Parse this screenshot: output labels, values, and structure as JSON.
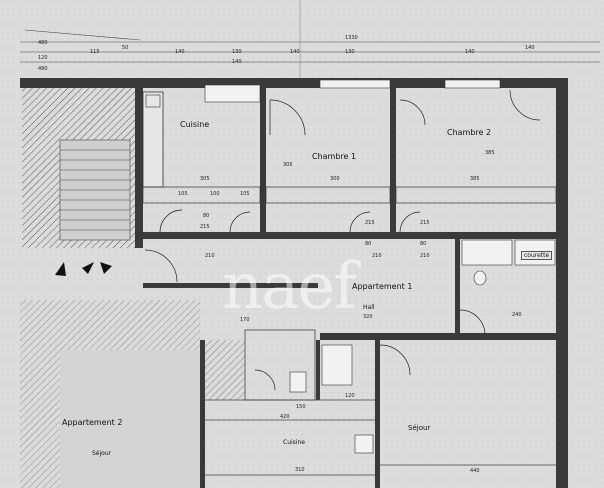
{
  "plan": {
    "rooms": {
      "cuisine_top": "Cuisine",
      "chambre1": "Chambre 1",
      "chambre2": "Chambre 2",
      "appartement1": "Appartement 1",
      "hall": "Hall",
      "sejour_right": "Séjour",
      "appartement2": "Appartement 2",
      "sejour_left": "Séjour",
      "cuisine_bottom": "Cuisine",
      "courette": "courette"
    },
    "watermark": "naef",
    "dimensions": {
      "top_row1": [
        "480",
        "1330"
      ],
      "top_row2": [
        "120",
        "115",
        "50",
        "140",
        "130",
        "140",
        "130",
        "140"
      ],
      "top_row3": [
        "480",
        "140",
        "140"
      ],
      "cuisine_w": "305",
      "chambre1_w": "300",
      "chambre2_w": "385",
      "chambre1_h": "305",
      "chambre2_h": "385",
      "closets": [
        "105",
        "100",
        "105"
      ],
      "hall_len": "320",
      "hall_end": "240",
      "door_widths": [
        "215",
        "215",
        "215"
      ],
      "door_sub": [
        "80",
        "80",
        "80"
      ],
      "corridor": [
        "210",
        "210",
        "210"
      ],
      "sejour_w": "440",
      "cuisine_b_w": "310",
      "lower_w": "420",
      "misc": [
        "120",
        "150",
        "170"
      ]
    }
  }
}
